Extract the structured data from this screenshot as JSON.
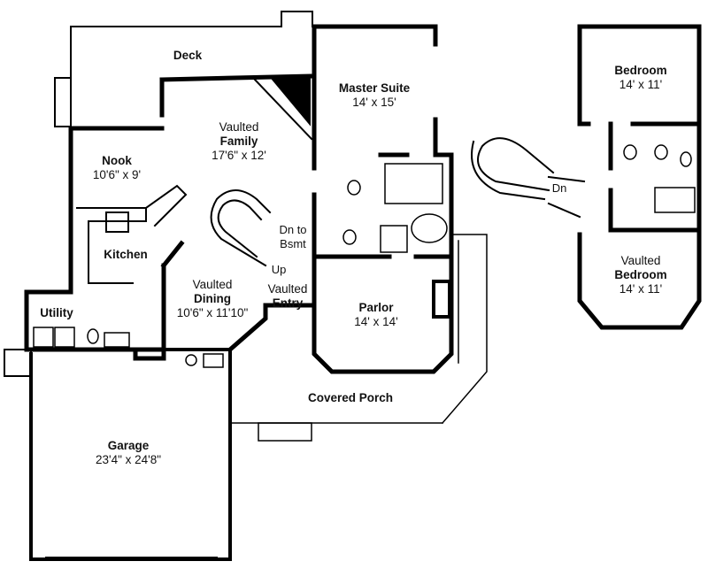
{
  "rooms": {
    "deck": {
      "name": "Deck"
    },
    "master_suite": {
      "name": "Master Suite",
      "size": "14' x 15'"
    },
    "family": {
      "prefix": "Vaulted",
      "name": "Family",
      "size": "17'6\" x 12'"
    },
    "nook": {
      "name": "Nook",
      "size": "10'6\" x 9'"
    },
    "kitchen": {
      "name": "Kitchen"
    },
    "utility": {
      "name": "Utility"
    },
    "dining": {
      "prefix": "Vaulted",
      "name": "Dining",
      "size": "10'6\" x 11'10\""
    },
    "entry": {
      "prefix": "Vaulted",
      "name": "Entry"
    },
    "parlor": {
      "name": "Parlor",
      "size": "14' x 14'"
    },
    "covered_porch": {
      "name": "Covered Porch"
    },
    "garage": {
      "name": "Garage",
      "size": "23'4\" x 24'8\""
    },
    "bedroom_1": {
      "name": "Bedroom",
      "size": "14' x 11'"
    },
    "bedroom_2": {
      "prefix": "Vaulted",
      "name": "Bedroom",
      "size": "14' x 11'"
    }
  },
  "stair_labels": {
    "down_to_basement_1": "Dn to",
    "down_to_basement_2": "Bsmt",
    "up": "Up",
    "down_upper": "Dn"
  }
}
